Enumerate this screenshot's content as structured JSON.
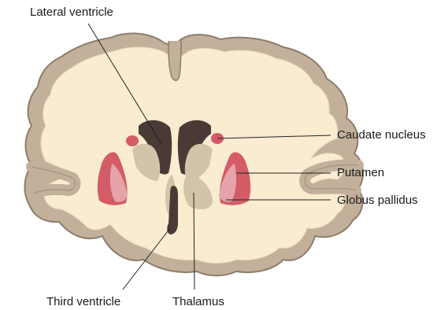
{
  "labels": {
    "lateral_ventricle": "Lateral ventricle",
    "caudate_nucleus": "Caudate nucleus",
    "putamen": "Putamen",
    "globus_pallidus": "Globus pallidus",
    "third_ventricle": "Third ventricle",
    "thalamus": "Thalamus"
  },
  "colors": {
    "cortex": "#c2b09a",
    "white_matter": "#f9ecd0",
    "outline": "#8d7d6b",
    "ventricle": "#4a3a36",
    "putamen": "#d35c67",
    "globus_pallidus": "#e4a4aa",
    "thalamus": "#d3c3a8",
    "leader_line": "#222222"
  }
}
